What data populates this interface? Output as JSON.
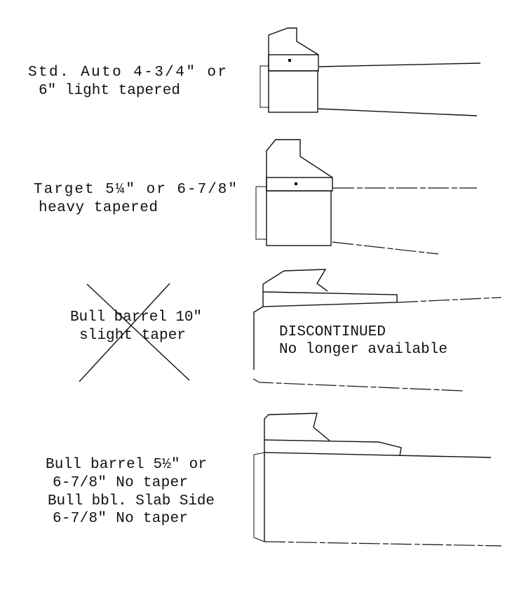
{
  "items": [
    {
      "label_lines": [
        "Std. Auto 4-3/4\" or",
        "6\" light tapered"
      ],
      "status": "available"
    },
    {
      "label_lines": [
        "Target 5¼\" or 6-7/8\"",
        "heavy tapered"
      ],
      "status": "available"
    },
    {
      "label_lines": [
        "Bull barrel 10\"",
        "slight taper"
      ],
      "status": "discontinued",
      "note_lines": [
        "DISCONTINUED",
        "No longer available"
      ]
    },
    {
      "label_lines": [
        "Bull barrel 5½\" or",
        "6-7/8\" No taper",
        "Bull bbl. Slab Side",
        "6-7/8\" No taper"
      ],
      "status": "available"
    }
  ]
}
